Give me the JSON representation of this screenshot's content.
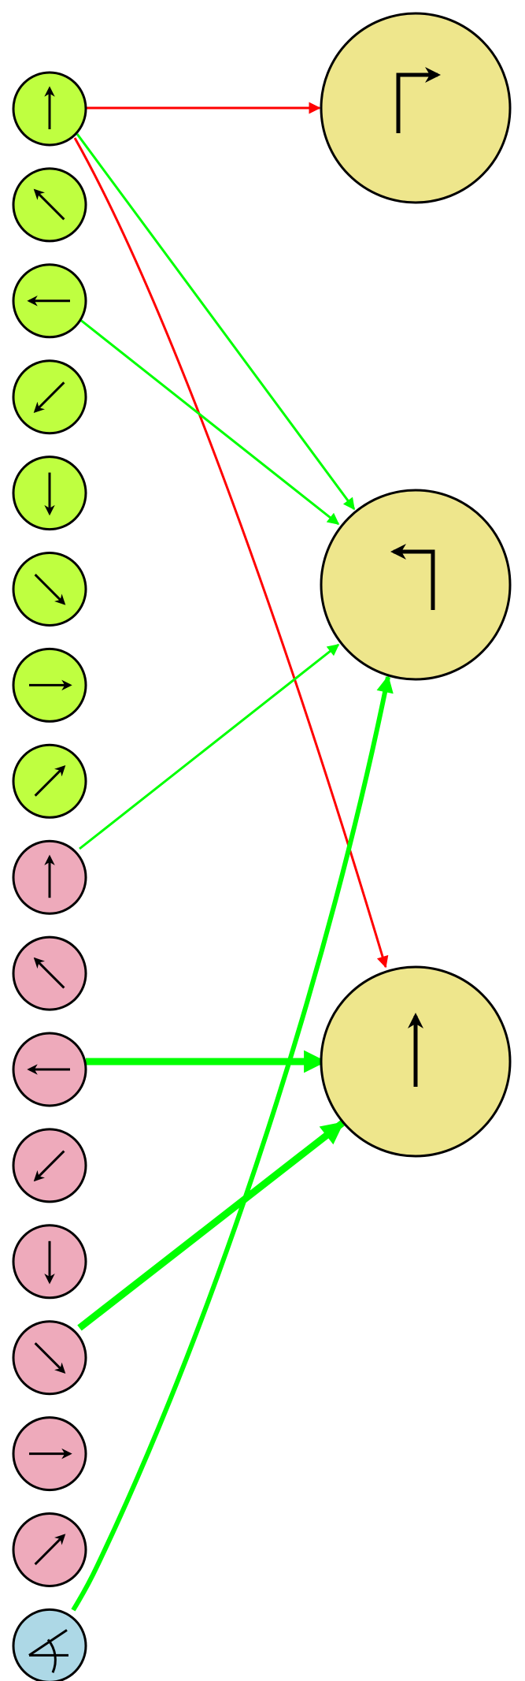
{
  "colors": {
    "input_green": "#bfff40",
    "input_pink": "#eeaabb",
    "input_blue": "#add8e6",
    "output_fill": "#eee68c",
    "stroke": "#000000",
    "edge_red": "#ff0000",
    "edge_green": "#00ff00"
  },
  "input_nodes": [
    {
      "id": "g_up",
      "group": "green",
      "icon": "arrow-up-icon"
    },
    {
      "id": "g_upleft",
      "group": "green",
      "icon": "arrow-up-left-icon"
    },
    {
      "id": "g_left",
      "group": "green",
      "icon": "arrow-left-icon"
    },
    {
      "id": "g_downleft",
      "group": "green",
      "icon": "arrow-down-left-icon"
    },
    {
      "id": "g_down",
      "group": "green",
      "icon": "arrow-down-icon"
    },
    {
      "id": "g_downright",
      "group": "green",
      "icon": "arrow-down-right-icon"
    },
    {
      "id": "g_right",
      "group": "green",
      "icon": "arrow-right-icon"
    },
    {
      "id": "g_upright",
      "group": "green",
      "icon": "arrow-up-right-icon"
    },
    {
      "id": "p_up",
      "group": "pink",
      "icon": "arrow-up-icon"
    },
    {
      "id": "p_upleft",
      "group": "pink",
      "icon": "arrow-up-left-icon"
    },
    {
      "id": "p_left",
      "group": "pink",
      "icon": "arrow-left-icon"
    },
    {
      "id": "p_downleft",
      "group": "pink",
      "icon": "arrow-down-left-icon"
    },
    {
      "id": "p_down",
      "group": "pink",
      "icon": "arrow-down-icon"
    },
    {
      "id": "p_downright",
      "group": "pink",
      "icon": "arrow-down-right-icon"
    },
    {
      "id": "p_right",
      "group": "pink",
      "icon": "arrow-right-icon"
    },
    {
      "id": "p_upright",
      "group": "pink",
      "icon": "arrow-up-right-icon"
    },
    {
      "id": "b_angle",
      "group": "blue",
      "icon": "angle-icon"
    }
  ],
  "output_nodes": [
    {
      "id": "o_turn_right",
      "icon": "turn-right-icon"
    },
    {
      "id": "o_turn_left",
      "icon": "turn-left-icon"
    },
    {
      "id": "o_straight",
      "icon": "straight-up-icon"
    }
  ],
  "edges": [
    {
      "from": "g_up",
      "to": "o_turn_right",
      "color": "red",
      "weight": "thin"
    },
    {
      "from": "g_up",
      "to": "o_turn_left",
      "color": "green",
      "weight": "thin"
    },
    {
      "from": "g_up",
      "to": "o_straight",
      "color": "red",
      "weight": "thin"
    },
    {
      "from": "g_left",
      "to": "o_turn_left",
      "color": "green",
      "weight": "thin"
    },
    {
      "from": "p_up",
      "to": "o_turn_left",
      "color": "green",
      "weight": "thin"
    },
    {
      "from": "p_left",
      "to": "o_straight",
      "color": "green",
      "weight": "thick"
    },
    {
      "from": "p_downright",
      "to": "o_straight",
      "color": "green",
      "weight": "thick"
    },
    {
      "from": "b_angle",
      "to": "o_turn_left",
      "color": "green",
      "weight": "medium"
    }
  ]
}
